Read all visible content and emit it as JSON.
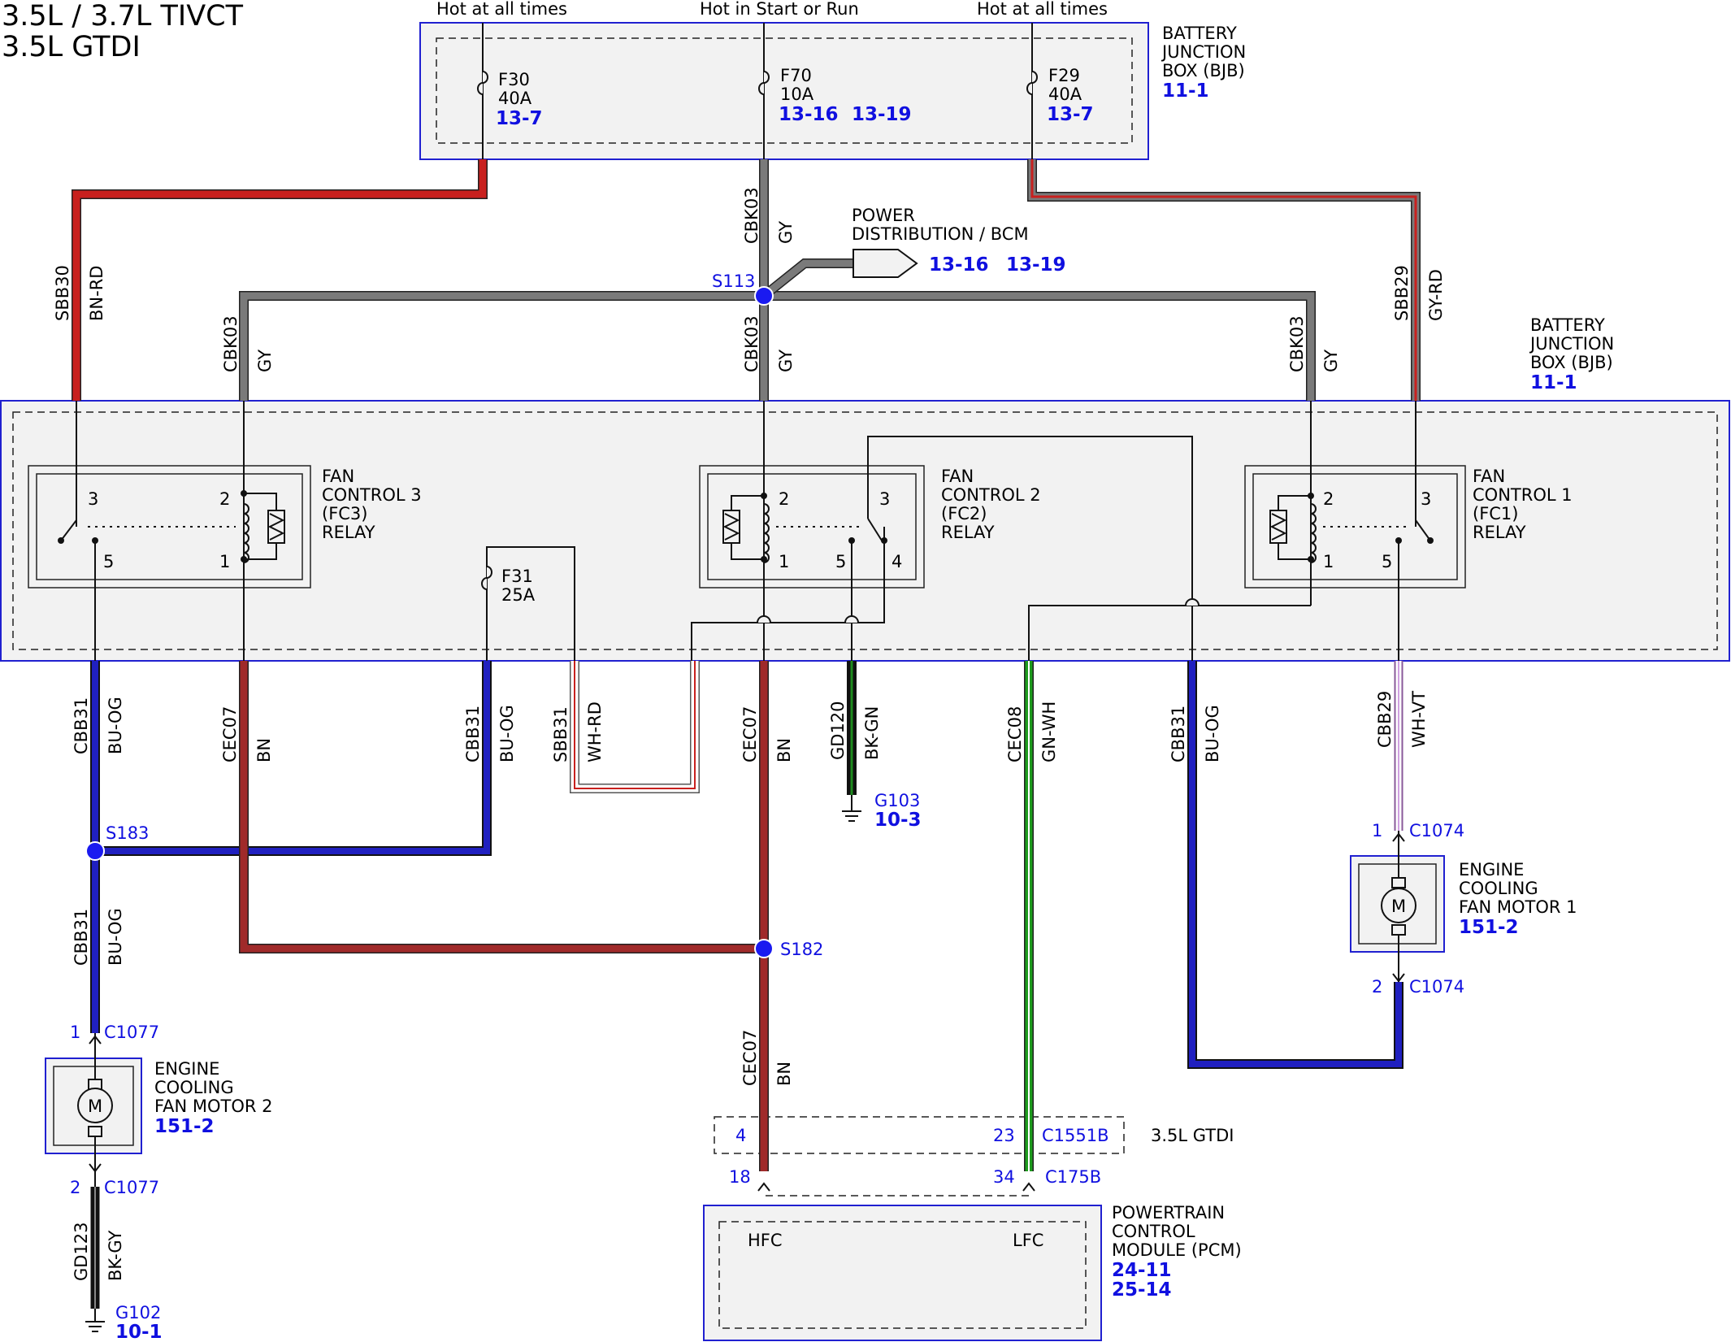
{
  "header": {
    "title_line1": "3.5L / 3.7L TIVCT",
    "title_line2": "3.5L GTDI"
  },
  "supply": {
    "left": "Hot at all times",
    "mid": "Hot in Start or Run",
    "right": "Hot at all times"
  },
  "bjb_top": {
    "name_l1": "BATTERY",
    "name_l2": "JUNCTION",
    "name_l3": "BOX (BJB)",
    "ref": "11-1",
    "f30": {
      "id": "F30",
      "rating": "40A",
      "refs": "13-7"
    },
    "f70": {
      "id": "F70",
      "rating": "10A",
      "ref1": "13-16",
      "ref2": "13-19"
    },
    "f29": {
      "id": "F29",
      "rating": "40A",
      "refs": "13-7"
    }
  },
  "bjb_main": {
    "name_l1": "BATTERY",
    "name_l2": "JUNCTION",
    "name_l3": "BOX (BJB)",
    "ref": "11-1"
  },
  "power_dist": {
    "l1": "POWER",
    "l2": "DISTRIBUTION / BCM",
    "ref1": "13-16",
    "ref2": "13-19"
  },
  "splices": {
    "s113": "S113",
    "s183": "S183",
    "s182": "S182"
  },
  "relays": {
    "fc3": {
      "l1": "FAN",
      "l2": "CONTROL 3",
      "l3": "(FC3)",
      "l4": "RELAY",
      "p1": "1",
      "p2": "2",
      "p3": "3",
      "p5": "5"
    },
    "fc2": {
      "l1": "FAN",
      "l2": "CONTROL 2",
      "l3": "(FC2)",
      "l4": "RELAY",
      "p1": "1",
      "p2": "2",
      "p3": "3",
      "p4": "4",
      "p5": "5"
    },
    "fc1": {
      "l1": "FAN",
      "l2": "CONTROL 1",
      "l3": "(FC1)",
      "l4": "RELAY",
      "p1": "1",
      "p2": "2",
      "p3": "3",
      "p5": "5"
    }
  },
  "f31": {
    "id": "F31",
    "rating": "25A"
  },
  "wires": {
    "sbb30": {
      "circuit": "SBB30",
      "color": "BN-RD"
    },
    "cbk03_top": {
      "circuit": "CBK03",
      "color": "GY"
    },
    "cbk03_left": {
      "circuit": "CBK03",
      "color": "GY"
    },
    "cbk03_mid": {
      "circuit": "CBK03",
      "color": "GY"
    },
    "cbk03_right": {
      "circuit": "CBK03",
      "color": "GY"
    },
    "sbb29": {
      "circuit": "SBB29",
      "color": "GY-RD"
    },
    "cbb31_a": {
      "circuit": "CBB31",
      "color": "BU-OG"
    },
    "cec07_a": {
      "circuit": "CEC07",
      "color": "BN"
    },
    "cbb31_b": {
      "circuit": "CBB31",
      "color": "BU-OG"
    },
    "sbb31": {
      "circuit": "SBB31",
      "color": "WH-RD"
    },
    "cec07_b": {
      "circuit": "CEC07",
      "color": "BN"
    },
    "gd120": {
      "circuit": "GD120",
      "color": "BK-GN"
    },
    "cec08": {
      "circuit": "CEC08",
      "color": "GN-WH"
    },
    "cbb31_c": {
      "circuit": "CBB31",
      "color": "BU-OG"
    },
    "cbb29": {
      "circuit": "CBB29",
      "color": "WH-VT"
    },
    "cbb31_d": {
      "circuit": "CBB31",
      "color": "BU-OG"
    },
    "cec07_c": {
      "circuit": "CEC07",
      "color": "BN"
    },
    "gd123": {
      "circuit": "GD123",
      "color": "BK-GY"
    }
  },
  "grounds": {
    "g103": {
      "id": "G103",
      "ref": "10-3"
    },
    "g102": {
      "id": "G102",
      "ref": "10-1"
    }
  },
  "motors": {
    "m1": {
      "l1": "ENGINE",
      "l2": "COOLING",
      "l3": "FAN MOTOR 1",
      "ref": "151-2",
      "symbol": "M",
      "pin_top": "1",
      "conn_top": "C1074",
      "pin_bot": "2",
      "conn_bot": "C1074"
    },
    "m2": {
      "l1": "ENGINE",
      "l2": "COOLING",
      "l3": "FAN MOTOR 2",
      "ref": "151-2",
      "symbol": "M",
      "pin_top": "1",
      "conn_top": "C1077",
      "pin_bot": "2",
      "conn_bot": "C1077"
    }
  },
  "inline_conn": {
    "pin_a": "4",
    "pin_b": "23",
    "conn": "C1551B",
    "note": "3.5L GTDI"
  },
  "pcm": {
    "l1": "POWERTRAIN",
    "l2": "CONTROL",
    "l3": "MODULE (PCM)",
    "ref1": "24-11",
    "ref2": "25-14",
    "pin_hfc": "18",
    "pin_lfc": "34",
    "conn": "C175B",
    "hfc": "HFC",
    "lfc": "LFC"
  },
  "colors": {
    "red": "#c8201e",
    "gray": "#808080",
    "blue": "#1a1ab4",
    "brown": "#a02a2a",
    "green": "#1e8c1e",
    "black": "#111111",
    "label_blue": "#1010e0",
    "box_fill": "#f2f2f2"
  }
}
